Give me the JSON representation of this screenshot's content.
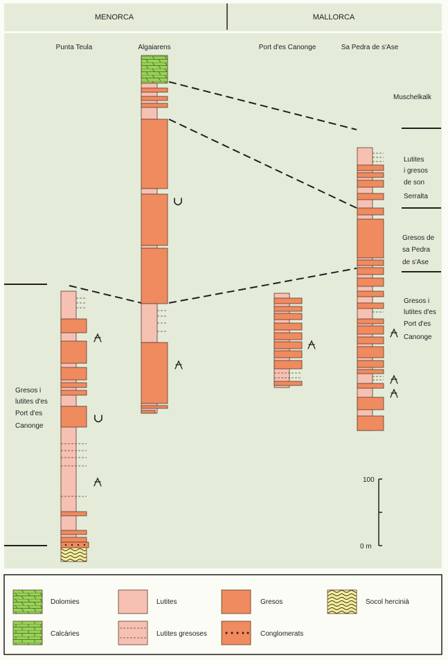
{
  "header": {
    "left": "MENORCA",
    "right": "MALLORCA"
  },
  "sections": [
    "Punta Teula",
    "Algaiarens",
    "Port d'es Canonge",
    "Sa Pedra de s'Ase"
  ],
  "units": {
    "muschelkalk": "Muschelkalk",
    "serralta": [
      "Lutites",
      "i gresos",
      "de son",
      "Serralta"
    ],
    "pedra": [
      "Gresos de",
      "sa Pedra",
      "de s'Ase"
    ],
    "canonge_right": [
      "Gresos i",
      "lutites d'es",
      "Port d'es",
      "Canonge"
    ],
    "canonge_left": [
      "Gresos i",
      "lutites d'es",
      "Port d'es",
      "Canonge"
    ]
  },
  "scale": {
    "top": "100",
    "bottom": "0 m"
  },
  "legend": {
    "dolomies": "Dolomies",
    "lutites": "Lutites",
    "gresos": "Gresos",
    "socol": "Socol hercinià",
    "calcaries": "Calcàries",
    "lutites_gresoses": "Lutites gresoses",
    "conglomerats": "Conglomerats"
  },
  "colors": {
    "background": "#e4ecd9",
    "lutite": "#f6c0b3",
    "sandstone": "#ef8b5e",
    "carbonate": "#9ad158",
    "basement": "#f5ee9c"
  }
}
